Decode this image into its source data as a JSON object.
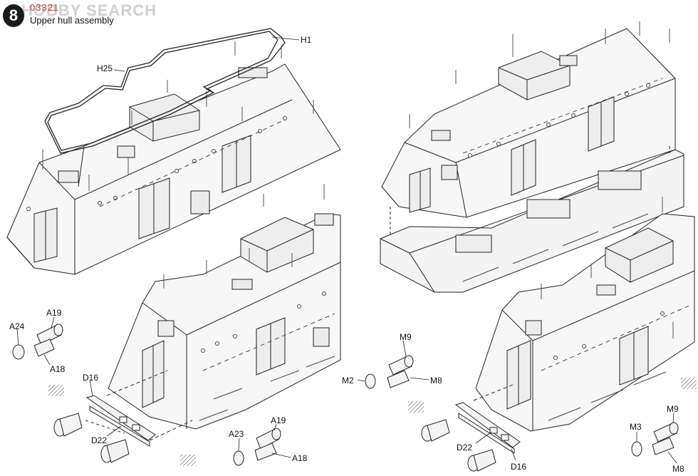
{
  "header": {
    "step_number": "8",
    "part_code": "03321",
    "title": "Upper hull assembly",
    "watermark": "HOBBY SEARCH"
  },
  "labels": {
    "h1": "H1",
    "h25": "H25",
    "a24": "A24",
    "a19_left": "A19",
    "a18_left": "A18",
    "d16_left": "D16",
    "d22_left": "D22",
    "a23": "A23",
    "a19_bottom": "A19",
    "a18_bottom": "A18",
    "m9_mid": "M9",
    "m2": "M2",
    "m8_mid": "M8",
    "d22_right": "D22",
    "d16_right": "D16",
    "m3": "M3",
    "m9_right": "M9",
    "m8_right": "M8"
  }
}
